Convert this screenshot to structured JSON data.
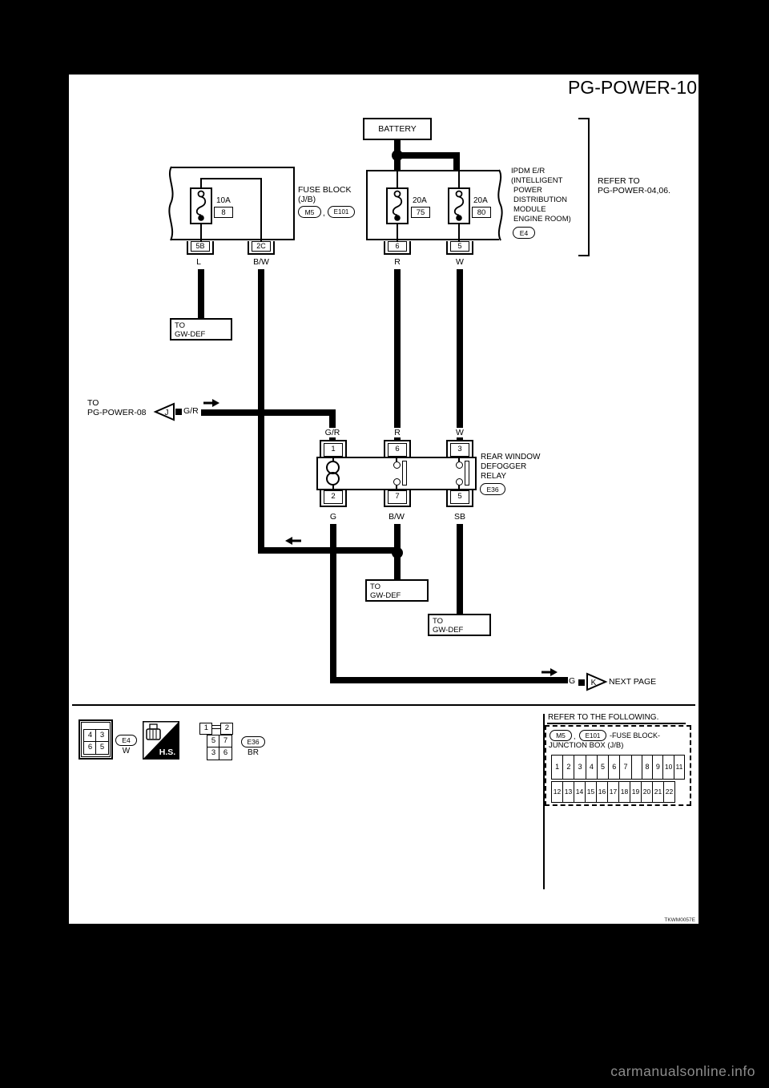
{
  "title": "PG-POWER-10",
  "battery": {
    "label": "BATTERY"
  },
  "fuse_block": {
    "name_line1": "FUSE BLOCK",
    "name_line2": "(J/B)",
    "conn1": "M5",
    "comma": ",",
    "conn2": "E101",
    "fuse_amp": "10A",
    "fuse_num": "8",
    "pin_left": "5B",
    "pin_right": "2C",
    "wire_left": "L",
    "wire_right": "B/W"
  },
  "ipdm": {
    "line1": "IPDM E/R",
    "line2": "(INTELLIGENT",
    "line3": "POWER",
    "line4": "DISTRIBUTION",
    "line5": "MODULE",
    "line6": "ENGINE ROOM)",
    "conn": "E4",
    "fuse1_amp": "20A",
    "fuse1_num": "75",
    "fuse2_amp": "20A",
    "fuse2_num": "80",
    "pin_left": "6",
    "pin_right": "5",
    "wire_left": "R",
    "wire_right": "W"
  },
  "refer_bracket": {
    "line1": "REFER TO",
    "line2": "PG-POWER-04,06."
  },
  "to_gw_def": {
    "line1": "TO",
    "line2": "GW-DEF"
  },
  "pg08": {
    "line1": "TO",
    "line2": "PG-POWER-08",
    "letter": "J",
    "wire": "G/R"
  },
  "relay": {
    "name1": "REAR WINDOW",
    "name2": "DEFOGGER",
    "name3": "RELAY",
    "conn": "E36",
    "pin1": "1",
    "pin6": "6",
    "pin3": "3",
    "pin2": "2",
    "pin7": "7",
    "pin5": "5",
    "wire_top1": "G/R",
    "wire_top2": "R",
    "wire_top3": "W",
    "wire_bot1": "G",
    "wire_bot2": "B/W",
    "wire_bot3": "SB"
  },
  "next_page": {
    "wire": "G",
    "letter": "K",
    "label": "NEXT PAGE"
  },
  "legend": {
    "e4": {
      "c1": "4",
      "c2": "3",
      "c3": "6",
      "c4": "5",
      "code": "E4",
      "color": "W"
    },
    "hs": "H.S.",
    "e36": {
      "p1": "1",
      "p2": "2",
      "c1": "5",
      "c2": "7",
      "c3": "3",
      "c4": "6",
      "code": "E36",
      "color": "BR"
    }
  },
  "refer_following": {
    "title": "REFER TO THE FOLLOWING.",
    "conn1": "M5",
    "comma": ",",
    "conn2": "E101",
    "suffix": "-FUSE BLOCK-",
    "line2": "JUNCTION BOX (J/B)",
    "row1": [
      "1",
      "2",
      "3",
      "4",
      "5",
      "6",
      "7",
      "8",
      "9",
      "10",
      "11"
    ],
    "row2": [
      "12",
      "13",
      "14",
      "15",
      "16",
      "17",
      "18",
      "19",
      "20",
      "21",
      "22"
    ]
  },
  "figure_code": "TKWM0057E",
  "watermark": "carmanualsonline.info",
  "colors": {
    "ink": "#000000",
    "paper": "#ffffff",
    "background": "#000000",
    "watermark": "#8c8c8c"
  }
}
